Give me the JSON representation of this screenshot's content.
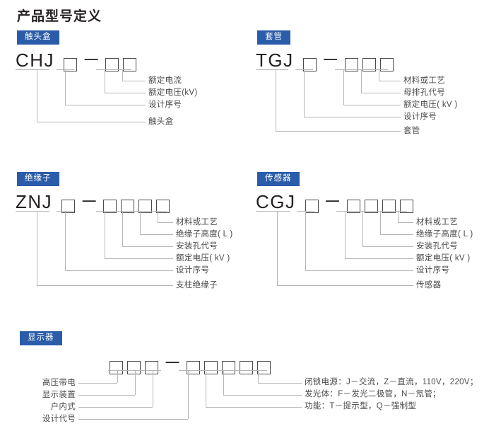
{
  "page": {
    "title": "产品型号定义",
    "accent_color": "#2a5caa",
    "line_color": "#b6b6b6",
    "text_color": "#4a4a4a"
  },
  "sections": [
    {
      "key": "contact-box",
      "badge": "触头盒",
      "prefix": "CHJ",
      "separator": "－",
      "boxes_before": 1,
      "boxes_after": 2,
      "labels": [
        "额定电流",
        "额定电压(kV)",
        "设计序号",
        "触头盒"
      ]
    },
    {
      "key": "bushing",
      "badge": "套管",
      "prefix": "TGJ",
      "separator": "－",
      "boxes_before": 1,
      "boxes_after": 3,
      "labels": [
        "材料或工艺",
        "母排孔代号",
        "额定电压( kV )",
        "设计序号",
        "套管"
      ]
    },
    {
      "key": "insulator",
      "badge": "绝缘子",
      "prefix": "ZNJ",
      "separator": "－",
      "boxes_before": 1,
      "boxes_after": 4,
      "labels": [
        "材料或工艺",
        "绝缘子高度( L )",
        "安装孔代号",
        "额定电压( kV )",
        "设计序号",
        "支柱绝缘子"
      ]
    },
    {
      "key": "sensor",
      "badge": "传感器",
      "prefix": "CGJ",
      "separator": "－",
      "boxes_before": 1,
      "boxes_after": 4,
      "labels": [
        "材料或工艺",
        "绝缘子高度( L )",
        "安装孔代号",
        "额定电压( kV )",
        "设计序号",
        "传感器"
      ]
    }
  ],
  "display_section": {
    "key": "display",
    "badge": "显示器",
    "separator": "－",
    "boxes_before": 3,
    "boxes_after": 5,
    "left_labels": [
      "高压带电",
      "显示装置",
      "户内式",
      "设计代号"
    ],
    "right_labels": [
      "闭锁电源：J－交流，Z－直流，110V，220V；",
      "发光体：F－发光二极管，N－氖管；",
      "功能：T－提示型，Q－强制型"
    ]
  }
}
